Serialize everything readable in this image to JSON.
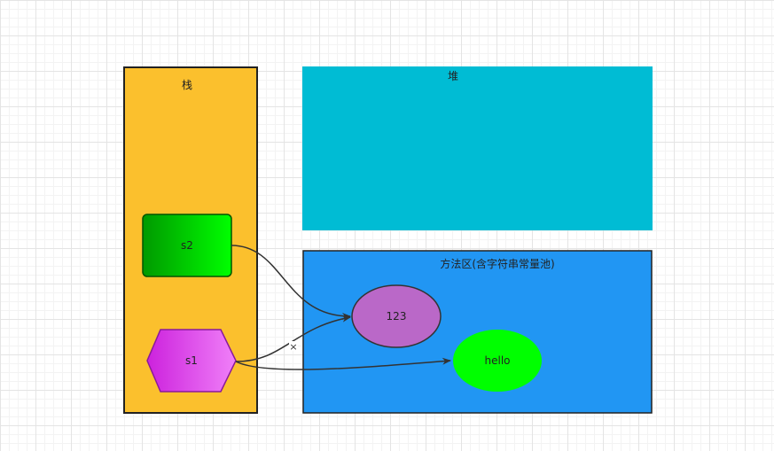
{
  "regions": {
    "stack": {
      "label": "栈",
      "fill": "#FBC02D",
      "stroke": "#222222"
    },
    "heap": {
      "label": "堆",
      "fill": "#00BCD4"
    },
    "method_area": {
      "label": "方法区(含字符串常量池)",
      "fill": "#2196F3",
      "stroke": "#222222"
    }
  },
  "nodes": {
    "s2": {
      "label": "s2",
      "colors": [
        "#009900",
        "#00FF00"
      ]
    },
    "s1": {
      "label": "s1",
      "colors": [
        "#CC22DD",
        "#F080F8"
      ]
    },
    "n123": {
      "label": "123",
      "fill": "#BA68C8"
    },
    "hello": {
      "label": "hello",
      "fill": "#00FF00"
    }
  },
  "edges": {
    "broken_marker": "×",
    "stroke": "#333333"
  }
}
